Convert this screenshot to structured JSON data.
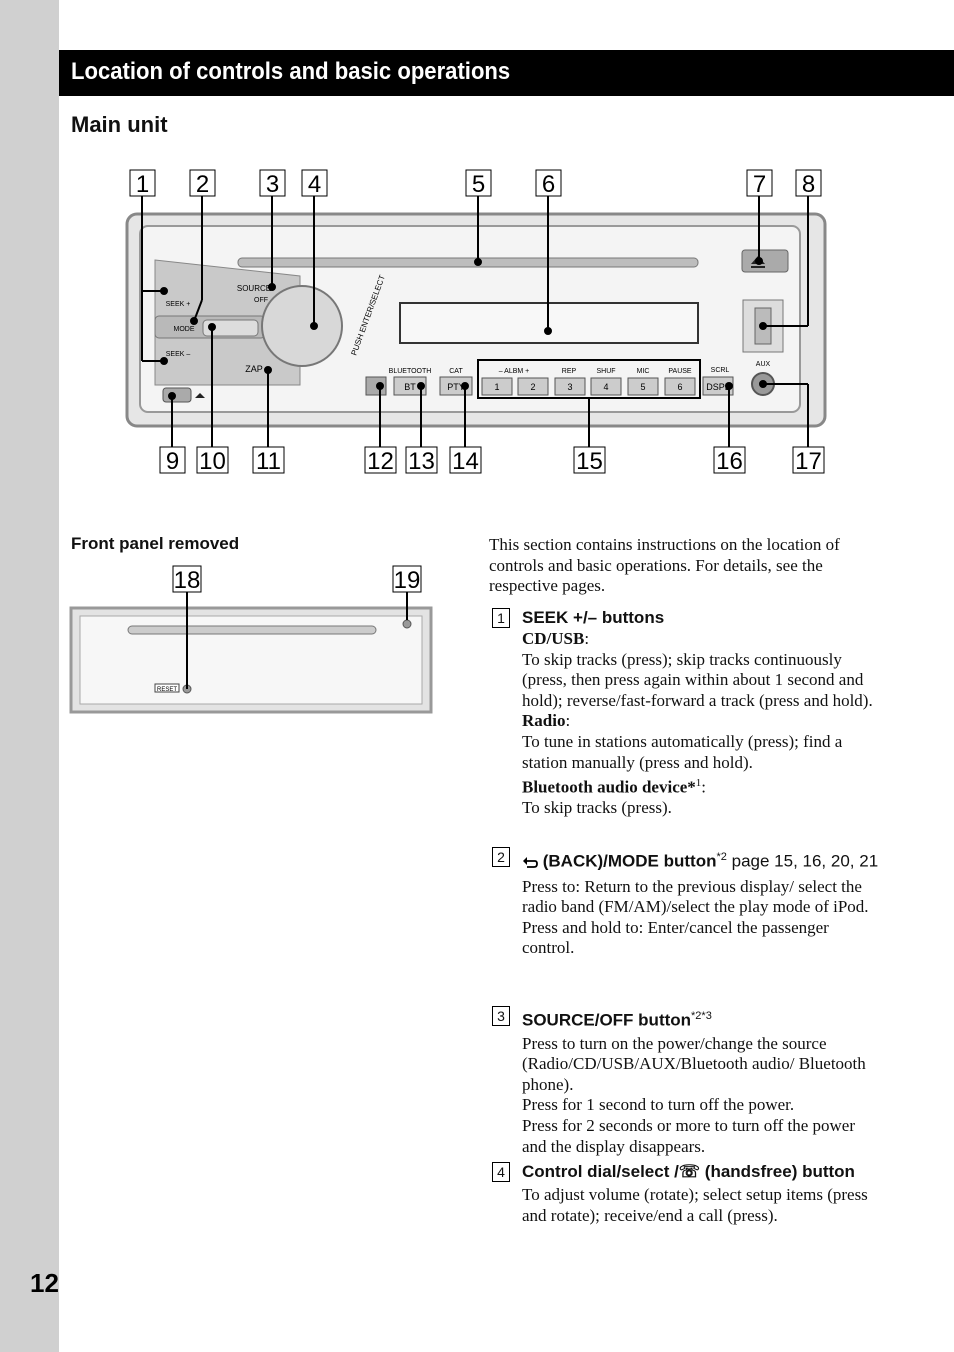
{
  "page": {
    "number": "12",
    "section_title": "Location of controls and basic operations",
    "subtitle": "Main unit",
    "front_panel_label": "Front panel removed"
  },
  "figure": {
    "callouts_top": [
      "1",
      "2",
      "3",
      "4",
      "5",
      "6",
      "7",
      "8"
    ],
    "callouts_bottom": [
      "9",
      "10",
      "11",
      "12",
      "13",
      "14",
      "15",
      "16",
      "17"
    ],
    "callouts_panel": [
      "18",
      "19"
    ],
    "unit_labels": {
      "seek_up": "SEEK +",
      "seek_down": "SEEK –",
      "mode": "MODE",
      "source": "SOURCE",
      "off": "OFF",
      "zap": "ZAP",
      "dial_text": "PUSH ENTER/SELECT",
      "bluetooth": "BLUETOOTH",
      "bt": "BT",
      "cat": "CAT",
      "pty": "PTY",
      "albm": "– ALBM +",
      "rep": "REP",
      "shuf": "SHUF",
      "mic": "MIC",
      "pause": "PAUSE",
      "scrl": "SCRL",
      "dspl": "DSPL",
      "aux": "AUX",
      "preset_1": "1",
      "preset_2": "2",
      "preset_3": "3",
      "preset_4": "4",
      "preset_5": "5",
      "preset_6": "6",
      "reset": "RESET"
    }
  },
  "intro": "This section contains instructions on the location of controls and basic operations. For details, see the respective pages.",
  "items": [
    {
      "num": "1",
      "title": "SEEK +/– buttons",
      "lines": [
        {
          "bold": "CD/USB",
          "text": ":"
        },
        {
          "text": "To skip tracks (press); skip tracks continuously (press, then press again within about 1 second and hold); reverse/fast-forward a track (press and hold)."
        },
        {
          "bold": "Radio",
          "text": ":"
        },
        {
          "text": "To tune in stations automatically (press); find a station manually (press and hold)."
        },
        {
          "bold": "Bluetooth audio device*",
          "sup": "1",
          "text": ":"
        },
        {
          "text": "To skip tracks (press)."
        }
      ]
    },
    {
      "num": "2",
      "title": "(BACK)/MODE button",
      "title_sup": "*2",
      "ref": "page 15, 16, 20, 21",
      "lines": [
        {
          "text": "Press to: Return to the previous display/ select the radio band (FM/AM)/select the play mode of iPod."
        },
        {
          "text": "Press and hold to: Enter/cancel the passenger control."
        }
      ]
    },
    {
      "num": "3",
      "title": "SOURCE/OFF button",
      "title_sup": "*2*3",
      "lines": [
        {
          "text": "Press to turn on the power/change the source (Radio/CD/USB/AUX/Bluetooth audio/ Bluetooth phone)."
        },
        {
          "text": "Press for 1 second to turn off the power."
        },
        {
          "text": "Press for 2 seconds or more to turn off the power and the display disappears."
        }
      ]
    },
    {
      "num": "4",
      "title": "Control dial/select /☏ (handsfree) button",
      "lines": [
        {
          "text": "To adjust volume (rotate); select setup items (press and rotate); receive/end a call (press)."
        }
      ]
    }
  ]
}
